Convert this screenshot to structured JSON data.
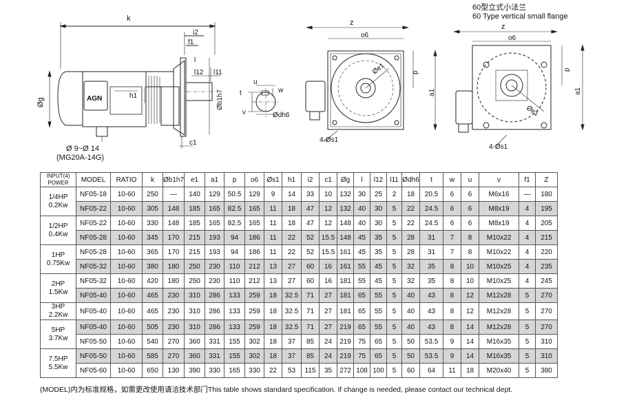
{
  "drawing": {
    "side_labels": {
      "k": "k",
      "i2": "i2",
      "f1": "f1",
      "l12": "l12",
      "l11": "l11",
      "h1": "h1",
      "b1": "Øb1h7",
      "c1": "c1",
      "g": "Øg",
      "l": "l",
      "brand": "AGN",
      "cable": "Ø 9~Ø 14",
      "cable_model": "(MG20A-14G)"
    },
    "shaft_labels": {
      "u": "u",
      "w": "w",
      "t": "t",
      "v": "v",
      "dh6": "Ødh6"
    },
    "front_labels": {
      "z": "z",
      "o6": "o6",
      "p": "p",
      "e1": "Øe1",
      "a1": "a1",
      "s1": "4-Øs1"
    },
    "flange_labels": {
      "title_cn": "60型立式小法兰",
      "title_en": "60 Type vertical small flange",
      "z": "z",
      "o6": "o6",
      "p": "p",
      "e1": "Øe1",
      "a1": "a1",
      "s1": "4-Øs1"
    }
  },
  "table": {
    "headers": [
      "INPUT(4) POWER",
      "MODEL",
      "RATIO",
      "k",
      "Øb1h7",
      "e1",
      "a1",
      "p",
      "o6",
      "Øs1",
      "h1",
      "i2",
      "c1",
      "Øg",
      "l",
      "l12",
      "l11",
      "Ødh6",
      "t",
      "w",
      "u",
      "v",
      "f1",
      "Z"
    ],
    "groups": [
      {
        "power_hp": "1/4HP",
        "power_kw": "0.2Kw",
        "rows": [
          [
            "NF05-18",
            "10-60",
            "250",
            "—",
            "140",
            "129",
            "50.5",
            "129",
            "9",
            "14",
            "33",
            "10",
            "132",
            "30",
            "25",
            "2",
            "18",
            "20.5",
            "6",
            "6",
            "M6x16",
            "—",
            "180"
          ],
          [
            "NF05-22",
            "10-60",
            "305",
            "148",
            "185",
            "165",
            "82.5",
            "165",
            "11",
            "18",
            "47",
            "12",
            "132",
            "40",
            "30",
            "5",
            "22",
            "24.5",
            "6",
            "6",
            "M8x19",
            "4",
            "195"
          ]
        ]
      },
      {
        "power_hp": "1/2HP",
        "power_kw": "0.4Kw",
        "rows": [
          [
            "NF05-22",
            "10-60",
            "330",
            "148",
            "185",
            "165",
            "82.5",
            "165",
            "11",
            "18",
            "47",
            "12",
            "148",
            "40",
            "30",
            "5",
            "22",
            "24.5",
            "6",
            "6",
            "M8x19",
            "4",
            "205"
          ],
          [
            "NF05-28",
            "10-60",
            "345",
            "170",
            "215",
            "193",
            "94",
            "186",
            "11",
            "22",
            "52",
            "15.5",
            "148",
            "45",
            "35",
            "5",
            "28",
            "31",
            "7",
            "8",
            "M10x22",
            "4",
            "215"
          ]
        ]
      },
      {
        "power_hp": "1HP",
        "power_kw": "0.75Kw",
        "rows": [
          [
            "NF05-28",
            "10-60",
            "365",
            "170",
            "215",
            "193",
            "94",
            "186",
            "11",
            "22",
            "52",
            "15.5",
            "161",
            "45",
            "35",
            "5",
            "28",
            "31",
            "7",
            "8",
            "M10x22",
            "4",
            "220"
          ],
          [
            "NF05-32",
            "10-60",
            "380",
            "180",
            "250",
            "230",
            "110",
            "212",
            "13",
            "27",
            "60",
            "16",
            "161",
            "55",
            "45",
            "5",
            "32",
            "35",
            "8",
            "10",
            "M10x25",
            "4",
            "235"
          ]
        ]
      },
      {
        "power_hp": "2HP",
        "power_kw": "1.5Kw",
        "rows": [
          [
            "NF05-32",
            "10-60",
            "420",
            "180",
            "250",
            "230",
            "110",
            "212",
            "13",
            "27",
            "60",
            "16",
            "181",
            "55",
            "45",
            "5",
            "32",
            "35",
            "8",
            "10",
            "M10x25",
            "4",
            "245"
          ],
          [
            "NF05-40",
            "10-60",
            "465",
            "230",
            "310",
            "286",
            "133",
            "259",
            "18",
            "32.5",
            "71",
            "27",
            "181",
            "65",
            "55",
            "5",
            "40",
            "43",
            "8",
            "12",
            "M12x28",
            "5",
            "270"
          ]
        ]
      },
      {
        "power_hp": "3HP",
        "power_kw": "2.2Kw",
        "rows": [
          [
            "NF05-40",
            "10-60",
            "465",
            "230",
            "310",
            "286",
            "133",
            "259",
            "18",
            "32.5",
            "71",
            "27",
            "181",
            "65",
            "55",
            "5",
            "40",
            "43",
            "8",
            "12",
            "M12x28",
            "5",
            "270"
          ]
        ]
      },
      {
        "power_hp": "5HP",
        "power_kw": "3.7Kw",
        "rows": [
          [
            "NF05-40",
            "10-60",
            "505",
            "230",
            "310",
            "286",
            "133",
            "259",
            "18",
            "32.5",
            "71",
            "27",
            "219",
            "65",
            "55",
            "5",
            "40",
            "43",
            "8",
            "14",
            "M12x28",
            "5",
            "270"
          ],
          [
            "NF05-50",
            "10-60",
            "540",
            "270",
            "360",
            "331",
            "155",
            "302",
            "18",
            "37",
            "85",
            "24",
            "219",
            "75",
            "65",
            "5",
            "50",
            "53.5",
            "9",
            "14",
            "M16x35",
            "5",
            "310"
          ]
        ]
      },
      {
        "power_hp": "7.5HP",
        "power_kw": "5.5Kw",
        "rows": [
          [
            "NF05-50",
            "10-60",
            "585",
            "270",
            "360",
            "331",
            "155",
            "302",
            "18",
            "37",
            "85",
            "24",
            "219",
            "75",
            "65",
            "5",
            "50",
            "53.5",
            "9",
            "14",
            "M16x35",
            "5",
            "310"
          ],
          [
            "NF05-60",
            "10-60",
            "650",
            "130",
            "390",
            "330",
            "165",
            "330",
            "22",
            "53",
            "115",
            "35",
            "272",
            "108",
            "100",
            "5",
            "60",
            "64",
            "11",
            "18",
            "M20x40",
            "5",
            "380"
          ]
        ]
      }
    ]
  },
  "footnote": "(MODEL)内为标准规格，如需更改使用请洽技术部门This table shows standard specification. If change is needed, please contact our technical dept."
}
